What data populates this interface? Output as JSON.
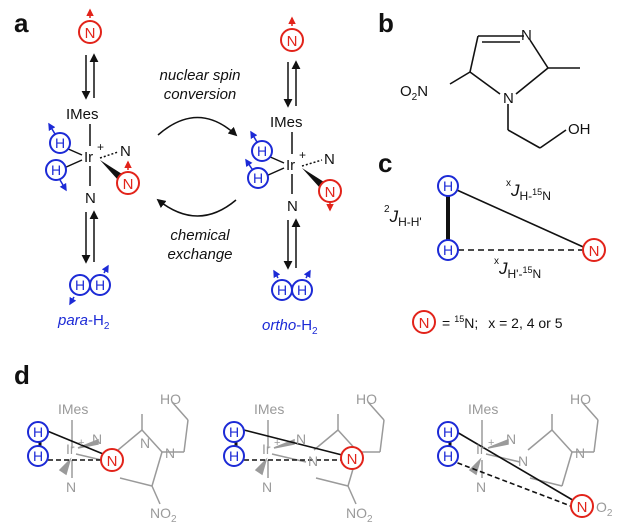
{
  "panels": {
    "a": "a",
    "b": "b",
    "c": "c",
    "d": "d"
  },
  "panel_a": {
    "top_n": "N",
    "nuclear_spin_line1": "nuclear spin",
    "nuclear_spin_line2": "conversion",
    "chemical_line1": "chemical",
    "chemical_line2": "exchange",
    "imes": "IMes",
    "ir": "Ir",
    "plus": "+",
    "n": "N",
    "h": "H",
    "para": "para",
    "ortho": "ortho",
    "h2": "-H",
    "sub2": "2"
  },
  "panel_b": {
    "n": "N",
    "o2n": "O",
    "o2n_sub": "2",
    "o2n_n": "N",
    "oh": "OH"
  },
  "panel_c": {
    "h": "H",
    "n": "N",
    "j": "J",
    "sup2": "2",
    "supx": "x",
    "hh": "H-H'",
    "h15n": "H-",
    "hp15n": "H'-",
    "sup15": "15",
    "n_end": "N",
    "legend_eq": "=",
    "legend_15": "15",
    "legend_n": "N;",
    "legend_x": "x = 2, 4 or 5"
  },
  "panel_d": {
    "imes": "IMes",
    "ir": "Ir",
    "plus": "+",
    "n": "N",
    "h": "H",
    "ho": "HO",
    "no2": "NO",
    "sub2": "2",
    "o2": "O"
  },
  "colors": {
    "red": "#e2231a",
    "blue": "#1c2ad6",
    "gray": "#9a9a9a",
    "black": "#111111"
  }
}
